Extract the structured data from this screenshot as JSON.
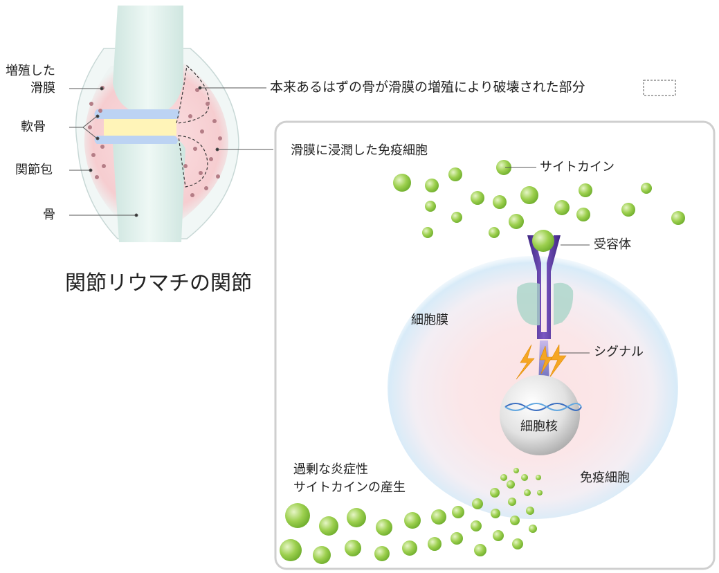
{
  "joint": {
    "title": "関節リウマチの関節",
    "label_synovium": [
      "増殖した",
      "滑膜"
    ],
    "label_cartilage": "軟骨",
    "label_capsule": "関節包",
    "label_bone": "骨",
    "label_destroyed": "本来あるはずの骨が滑膜の増殖により破壊された部分"
  },
  "cell": {
    "label_infiltrated": "滑膜に浸潤した免疫細胞",
    "label_cytokine": "サイトカイン",
    "label_receptor": "受容体",
    "label_membrane": "細胞膜",
    "label_signal": "シグナル",
    "label_nucleus": "細胞核",
    "label_immune_cell": "免疫細胞",
    "label_production": [
      "過剰な炎症性",
      "サイトカインの産生"
    ]
  },
  "colors": {
    "cytokine": "#8cc63f",
    "receptor": "#5b3a9e",
    "signal": "#f5a623",
    "synovium": "#f4c9cc",
    "cartilage": "#fff3b8",
    "bone": "#dff0ec",
    "cell_glow": "#cfe6f5",
    "panel_border": "#cccccc"
  }
}
